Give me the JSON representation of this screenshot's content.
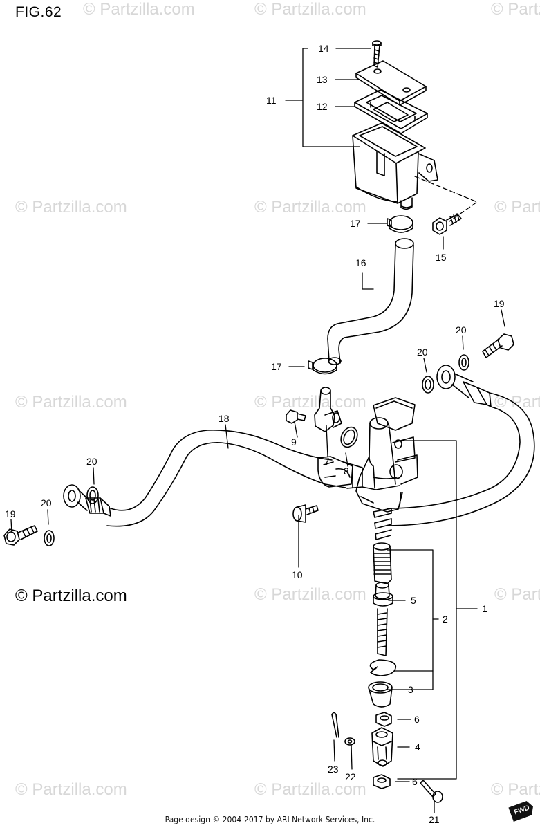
{
  "figure": {
    "title": "FIG.62",
    "watermark": "© Partzilla.com",
    "brand": "© Partzilla.com",
    "credit": "Page design © 2004-2017 by ARI Network Services, Inc.",
    "fwd_label": "FWD"
  },
  "callouts": {
    "n1": "1",
    "n2": "2",
    "n3": "3",
    "n4": "4",
    "n5": "5",
    "n6a": "6",
    "n6b": "6",
    "n7": "7",
    "n8": "8",
    "n9": "9",
    "n10": "10",
    "n11": "11",
    "n12": "12",
    "n13": "13",
    "n14": "14",
    "n15": "15",
    "n16": "16",
    "n17a": "17",
    "n17b": "17",
    "n18": "18",
    "n19a": "19",
    "n19b": "19",
    "n20a": "20",
    "n20b": "20",
    "n20c": "20",
    "n20d": "20",
    "n21": "21",
    "n22": "22",
    "n23": "23"
  },
  "colors": {
    "line": "#000000",
    "watermark": "#d7d7d7",
    "background": "#ffffff"
  }
}
